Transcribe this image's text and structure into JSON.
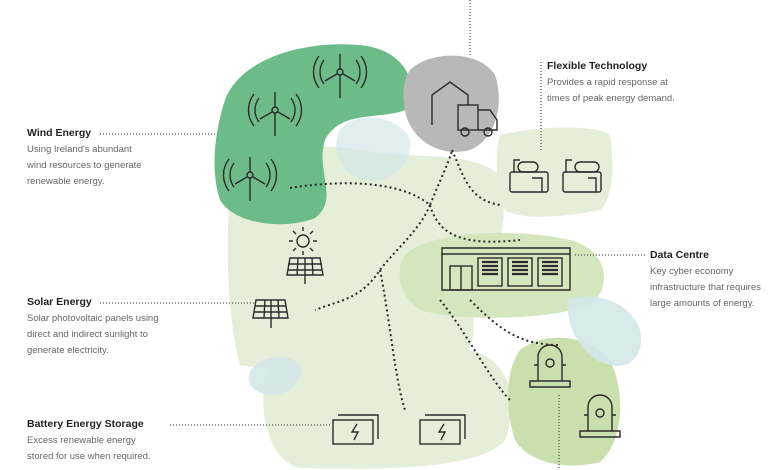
{
  "colors": {
    "wind_blob": "#6dbb88",
    "light_green": "#e4eed8",
    "mid_green": "#c9e0ae",
    "grey_blob": "#b8b8b8",
    "blue_blob": "#d3e7e9",
    "icon_stroke": "#2b2b2b"
  },
  "labels": {
    "wind": {
      "title": "Wind Energy",
      "lines": [
        "Using Ireland's abundant",
        "wind resources to generate",
        "renewable energy."
      ]
    },
    "solar": {
      "title": "Solar Energy",
      "lines": [
        "Solar photovoltaic panels using",
        "direct and indirect sunlight to",
        "generate electricity."
      ]
    },
    "battery": {
      "title": "Battery Energy Storage",
      "lines": [
        "Excess renewable energy",
        "stored for use when required."
      ]
    },
    "flexible": {
      "title": "Flexible Technology",
      "lines": [
        "Provides a rapid response at",
        "times of peak energy demand."
      ]
    },
    "datacentre": {
      "title": "Data Centre",
      "lines": [
        "Key cyber economy",
        "infrastructure that requires",
        "large amounts of energy."
      ]
    }
  }
}
